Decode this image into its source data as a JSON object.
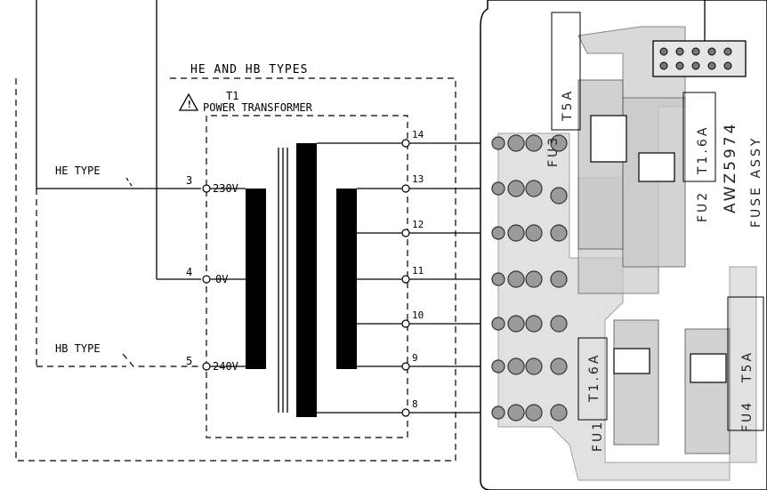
{
  "diagram": {
    "group_label": "HE AND HB TYPES",
    "transformer_ref": "T1",
    "transformer_name": "POWER TRANSFORMER",
    "warning_icon": "warning-triangle-icon",
    "he_type_label": "HE TYPE",
    "hb_type_label": "HB TYPE",
    "primary_pins": [
      {
        "number": "3",
        "voltage": "230V"
      },
      {
        "number": "4",
        "voltage": "0V"
      },
      {
        "number": "5",
        "voltage": "240V"
      }
    ],
    "secondary_pins": [
      "14",
      "13",
      "12",
      "11",
      "10",
      "9",
      "8"
    ]
  },
  "board": {
    "fuse_assy_label": "FUSE ASSY",
    "part_number_label": "AWZ5974",
    "fuses": [
      {
        "ref": "FU3",
        "rating": "T5A"
      },
      {
        "ref": "FU2",
        "rating": "T1.6A"
      },
      {
        "ref": "FU1",
        "rating": "T1.6A"
      },
      {
        "ref": "FU4",
        "rating": "T5A"
      }
    ]
  }
}
